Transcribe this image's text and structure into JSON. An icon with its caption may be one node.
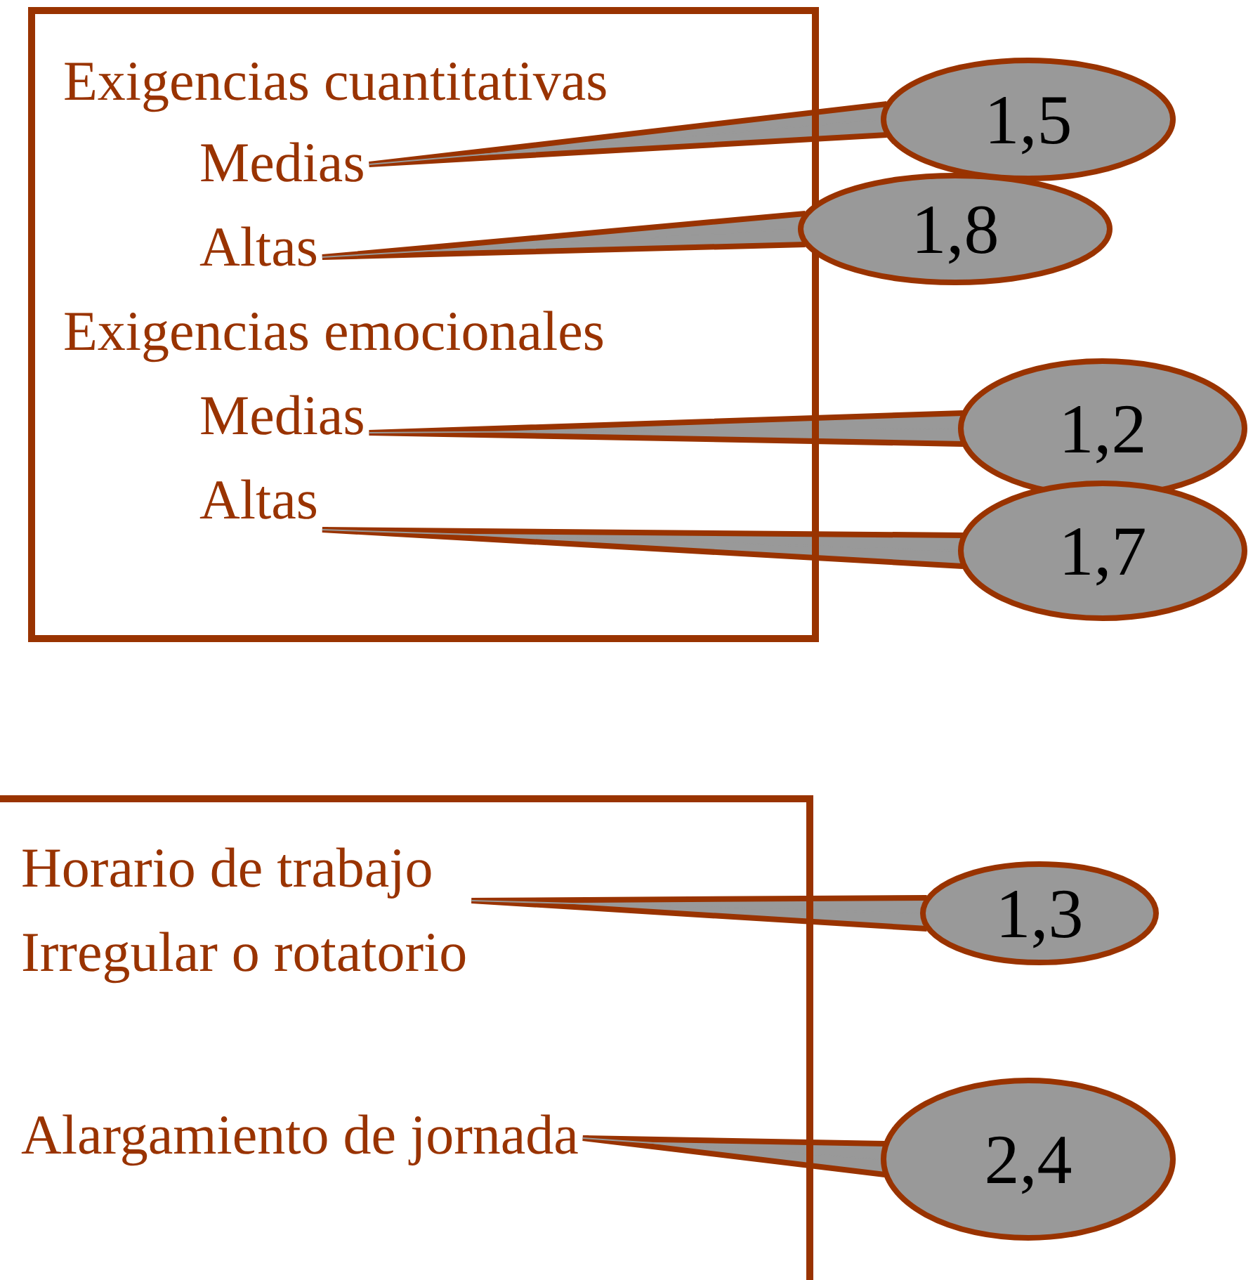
{
  "diagram": {
    "nodes": [
      {
        "text": [],
        "shape": "box"
      },
      {
        "text": [
          "Exigencias cuantitativas"
        ],
        "in": 0
      },
      {
        "text": [
          "Medias"
        ],
        "in": 0
      },
      {
        "text": [
          "Altas"
        ],
        "in": 0
      },
      {
        "text": [
          "Exigencias emocionales"
        ],
        "in": 0
      },
      {
        "text": [
          "Medias"
        ],
        "in": 0
      },
      {
        "text": [
          "Altas"
        ],
        "in": 0
      },
      {
        "text": [
          "1,5"
        ]
      },
      {
        "text": [
          "1,8"
        ]
      },
      {
        "text": [
          "1,2"
        ]
      },
      {
        "text": [
          "1,7"
        ]
      },
      {
        "text": [],
        "shape": "box"
      },
      {
        "text": [
          "Horario de trabajo Irregular o rotatorio"
        ],
        "in": 11
      },
      {
        "text": [
          "Alargamiento de jornada"
        ],
        "in": 11
      },
      {
        "text": [
          "1,3"
        ]
      },
      {
        "text": [
          "2,4"
        ]
      }
    ],
    "edges": [
      {
        "from": 7,
        "to": 2,
        "arrow": "none"
      },
      {
        "from": 8,
        "to": 3,
        "arrow": "none"
      },
      {
        "from": 9,
        "to": 5,
        "arrow": "none"
      },
      {
        "from": 10,
        "to": 6,
        "arrow": "none"
      },
      {
        "from": 14,
        "to": 12,
        "arrow": "none"
      },
      {
        "from": 15,
        "to": 13,
        "arrow": "none"
      }
    ]
  }
}
